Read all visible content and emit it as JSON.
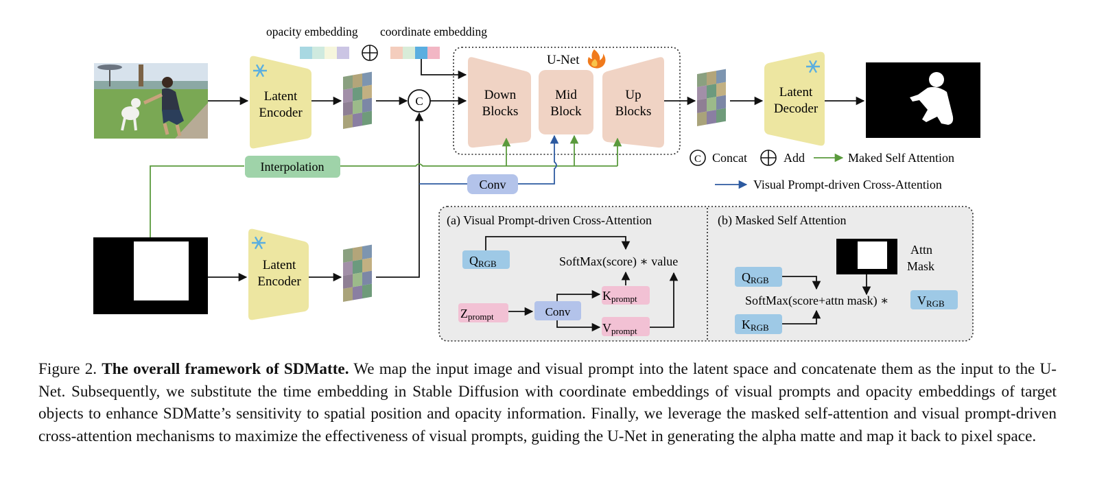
{
  "labels": {
    "opacity_embedding": "opacity embedding",
    "coordinate_embedding": "coordinate embedding",
    "unet": "U-Net",
    "concat_symbol": "C",
    "latent_encoder_line1": "Latent",
    "latent_encoder_line2": "Encoder",
    "latent_decoder_line1": "Latent",
    "latent_decoder_line2": "Decoder",
    "down_line1": "Down",
    "down_line2": "Blocks",
    "mid_line1": "Mid",
    "mid_line2": "Block",
    "up_line1": "Up",
    "up_line2": "Blocks",
    "interpolation": "Interpolation",
    "conv": "Conv",
    "legend_concat": "Concat",
    "legend_add": "Add",
    "legend_self_attention": "Maked Self Attention",
    "legend_cross_attention": "Visual Prompt-driven Cross-Attention"
  },
  "panel_a": {
    "title": "(a) Visual Prompt-driven Cross-Attention",
    "q": "Q",
    "q_sub": "RGB",
    "softmax": "SoftMax(score) ∗ value",
    "k": "K",
    "k_sub": "prompt",
    "z": "Z",
    "z_sub": "prompt",
    "conv": "Conv",
    "v": "V",
    "v_sub": "prompt"
  },
  "panel_b": {
    "title": "(b) Masked Self Attention",
    "attn_line1": "Attn",
    "attn_line2": "Mask",
    "q": "Q",
    "q_sub": "RGB",
    "softmax": "SoftMax(score+attn mask) ∗",
    "v": "V",
    "v_sub": "RGB",
    "k": "K",
    "k_sub": "RGB"
  },
  "caption": {
    "label": "Figure 2.",
    "title": "The overall framework of SDMatte.",
    "text": "We map the input image and visual prompt into the latent space and concatenate them as the input to the U-Net. Subsequently, we substitute the time embedding in Stable Diffusion with coordinate embeddings of visual prompts and opacity embeddings of target objects to enhance SDMatte’s sensitivity to spatial position and opacity information. Finally, we leverage the masked self-attention and visual prompt-driven cross-attention mechanisms to maximize the effectiveness of visual prompts, guiding the U-Net in generating the alpha matte and map it back to pixel space."
  },
  "colors": {
    "encoder_yellow": "#ede6a1",
    "unet_block": "#f0d3c4",
    "interpolation_green": "#9fd3a9",
    "conv_blue": "#b3c3ea",
    "q_blue": "#9ec9e6",
    "prompt_pink": "#f2c1d4",
    "panel_gray": "#ebebeb",
    "green_arrow": "#5a9a3c",
    "blue_arrow": "#2d5aa0",
    "snowflake": "#5aaee0"
  },
  "icons": [
    "snowflake-icon",
    "fire-icon",
    "concat-icon",
    "add-icon"
  ]
}
